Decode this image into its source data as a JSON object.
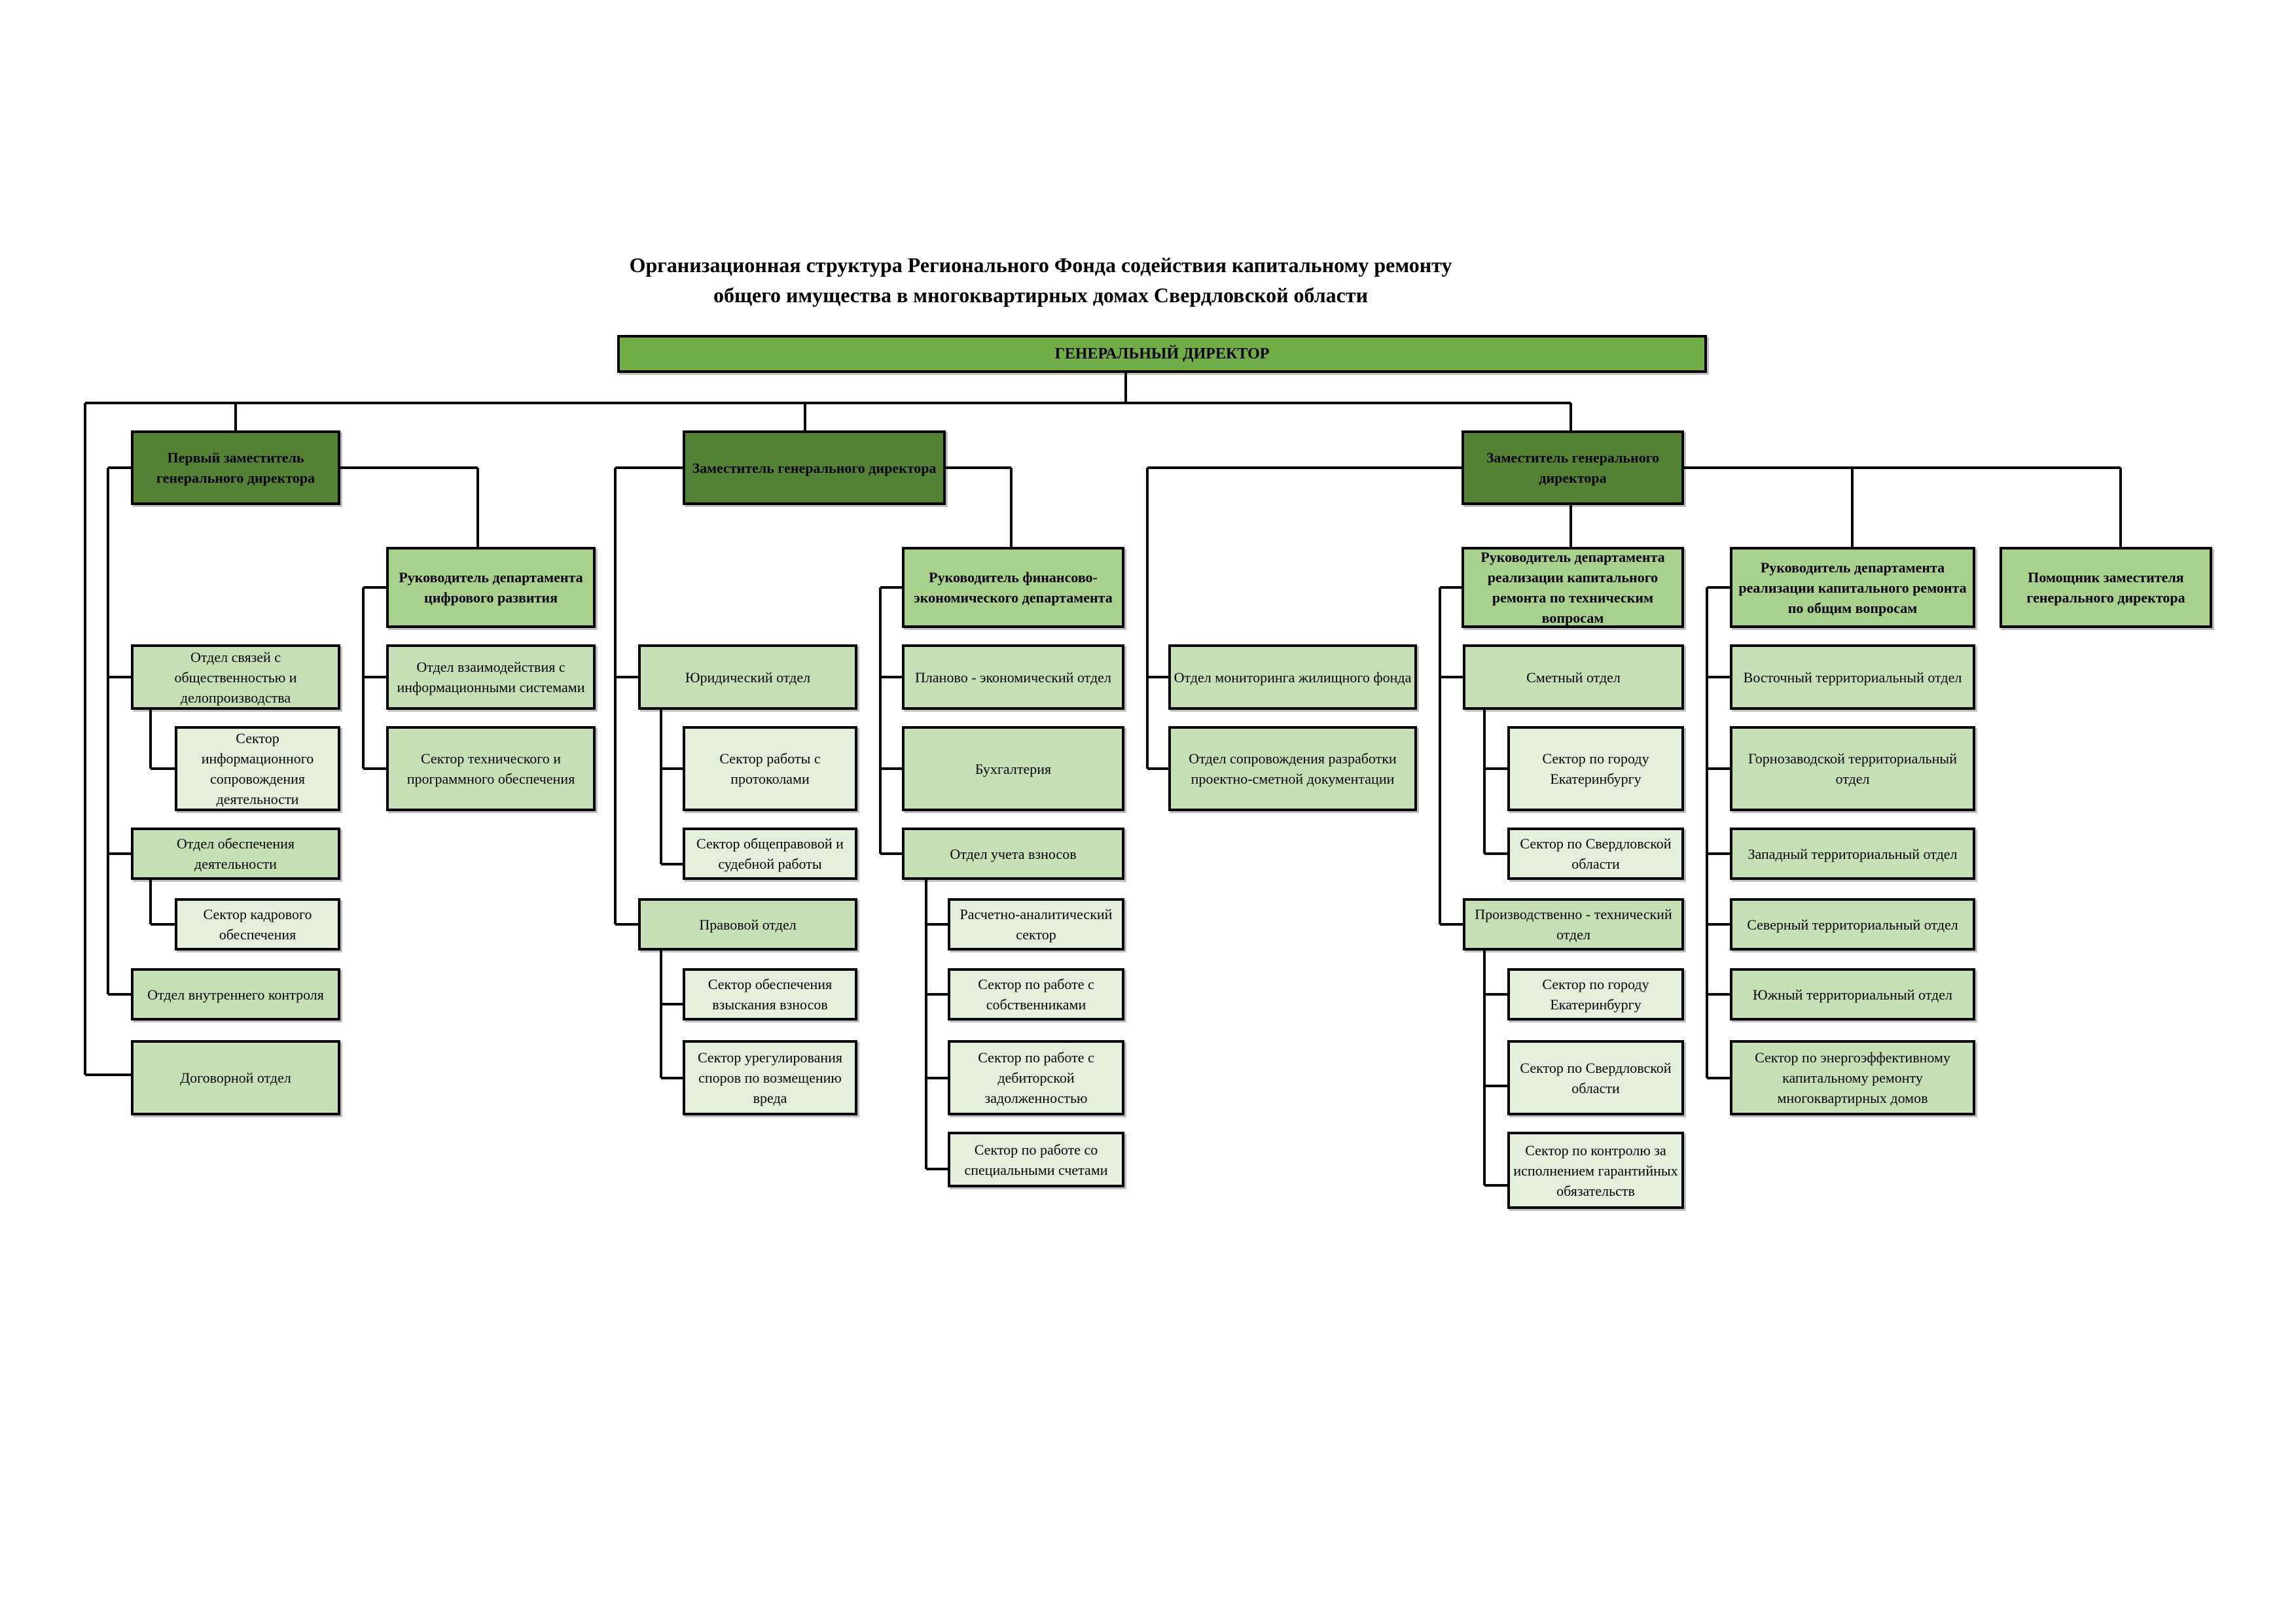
{
  "title": {
    "line1": "Организационная структура Регионального Фонда содействия капитальному ремонту",
    "line2": "общего имущества в многоквартирных домах Свердловской области"
  },
  "colors": {
    "level0": "#70ad47",
    "level1": "#548235",
    "level2": "#a9d18e",
    "level3": "#c5e0b4",
    "level4": "#e2efda",
    "line": "#000000"
  },
  "nodes": {
    "gen_director": "ГЕНЕРАЛЬНЫЙ ДИРЕКТОР",
    "first_deputy": "Первый заместитель генерального директора",
    "deputy_2": "Заместитель генерального директора",
    "deputy_3": "Заместитель генерального директора",
    "head_digital": "Руководитель департамента цифрового развития",
    "head_finance": "Руководитель финансово-экономического департамента",
    "head_tech": "Руководитель департамента реализации капитального ремонта по техническим вопросам",
    "head_general": "Руководитель департамента реализации капитального ремонта по общим вопросам",
    "assistant": "Помощник заместителя генерального директора",
    "pr_dept": "Отдел связей с общественностью и делопроизводства",
    "info_sector": "Сектор информационного сопровождения деятельности",
    "support_dept": "Отдел обеспечения деятельности",
    "hr_sector": "Сектор кадрового обеспечения",
    "internal_control": "Отдел внутреннего контроля",
    "contract_dept": "Договорной отдел",
    "info_systems": "Отдел взаимодействия с информационными системами",
    "tech_software": "Сектор технического и программного обеспечения",
    "legal_dept": "Юридический отдел",
    "protocols": "Сектор работы с протоколами",
    "general_legal": "Сектор общеправовой и судебной работы",
    "law_dept": "Правовой отдел",
    "collection": "Сектор обеспечения взыскания взносов",
    "damages": "Сектор урегулирования споров по возмещению вреда",
    "planning": "Планово - экономический отдел",
    "accounting": "Бухгалтерия",
    "contributions": "Отдел учета взносов",
    "analytics": "Расчетно-аналитический сектор",
    "owners": "Сектор по работе с собственниками",
    "debts": "Сектор по работе с дебиторской задолженностью",
    "special_accounts": "Сектор по работе со специальными счетами",
    "monitoring": "Отдел мониторинга жилищного фонда",
    "design_docs": "Отдел сопровождения разработки проектно-сметной документации",
    "estimate_dept": "Сметный отдел",
    "est_ekb": "Сектор по городу Екатеринбургу",
    "est_region": "Сектор по Свердловской области",
    "prod_tech": "Производственно - технический отдел",
    "pt_ekb": "Сектор по городу Екатеринбургу",
    "pt_region": "Сектор по Свердловской области",
    "warranty": "Сектор по контролю за исполнением гарантийных обязательств",
    "east": "Восточный территориальный отдел",
    "gornozavodskoy": "Горнозаводской территориальный отдел",
    "west": "Западный территориальный отдел",
    "north": "Северный территориальный отдел",
    "south": "Южный территориальный отдел",
    "energy": "Сектор по энергоэффективному капитальному ремонту многоквартирных домов"
  }
}
